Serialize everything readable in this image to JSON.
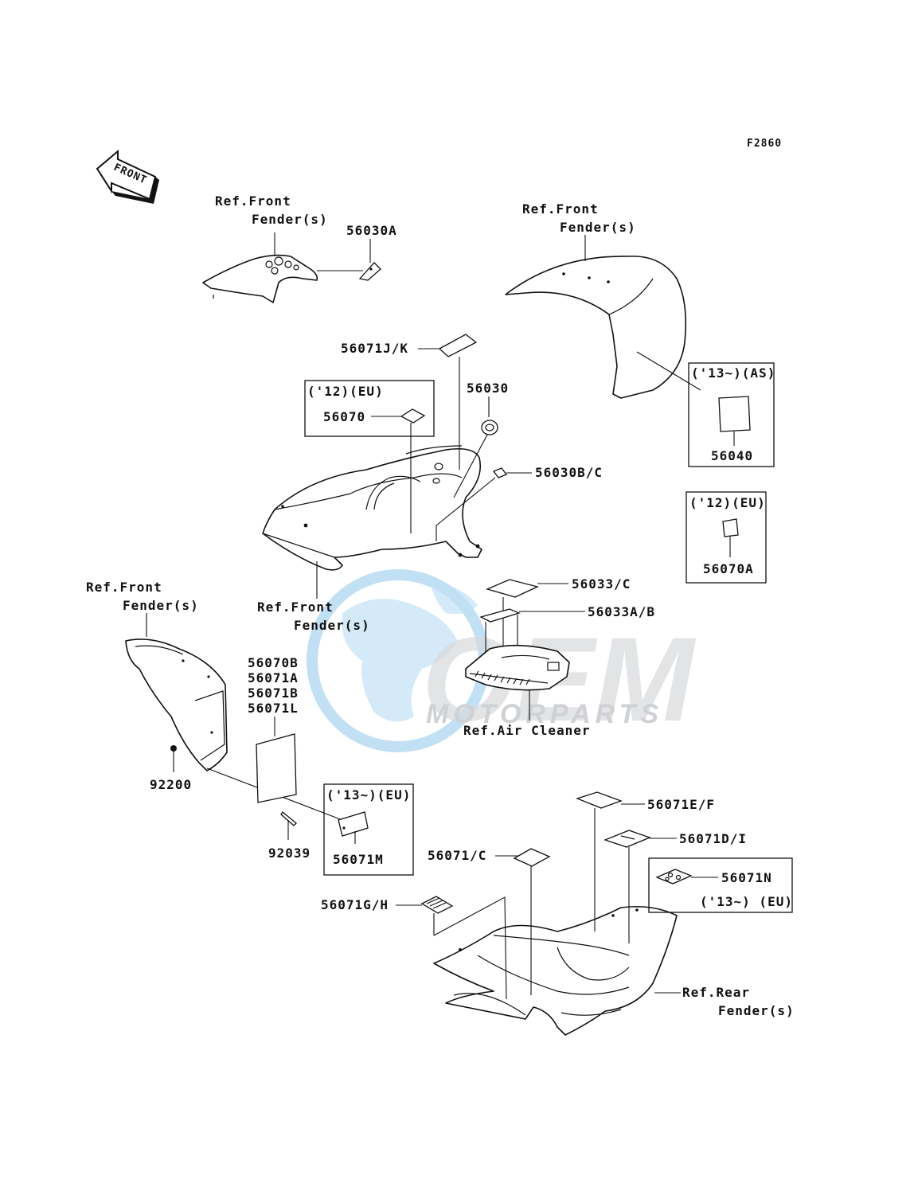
{
  "figure_code": "F2860",
  "direction_arrow": {
    "label": "FRONT",
    "icon": "front-arrow-icon"
  },
  "references": {
    "front_fender_top_left": {
      "line1": "Ref.Front",
      "line2": "Fender(s)"
    },
    "front_fender_top_right": {
      "line1": "Ref.Front",
      "line2": "Fender(s)"
    },
    "front_fender_middle": {
      "line1": "Ref.Front",
      "line2": "Fender(s)"
    },
    "front_fender_left": {
      "line1": "Ref.Front",
      "line2": "Fender(s)"
    },
    "air_cleaner": {
      "line1": "Ref.Air Cleaner"
    },
    "rear_fender": {
      "line1": "Ref.Rear",
      "line2": "Fender(s)"
    }
  },
  "parts": {
    "p56030A": "56030A",
    "p56071JK": "56071J/K",
    "p56030": "56030",
    "p56070": "56070",
    "p56030BC": "56030B/C",
    "p56040": "56040",
    "p56070A": "56070A",
    "p56033C": "56033/C",
    "p56033AB": "56033A/B",
    "p56070B": "56070B",
    "p56071A": "56071A",
    "p56071B": "56071B",
    "p56071L": "56071L",
    "p92200": "92200",
    "p92039": "92039",
    "p56071M": "56071M",
    "p56071EF": "56071E/F",
    "p56071DI": "56071D/I",
    "p56071C": "56071/C",
    "p56071N": "56071N",
    "p56071GH": "56071G/H"
  },
  "variant_boxes": {
    "eu12_main": "('12)(EU)",
    "as13": "('13~)(AS)",
    "eu12_right": "('12)(EU)",
    "eu13_left": "('13~)(EU)",
    "eu13_right": "('13~) (EU)"
  },
  "watermark": {
    "brand": "OEM",
    "sub": "MOTORPARTS",
    "color": "#8fc8ec"
  }
}
